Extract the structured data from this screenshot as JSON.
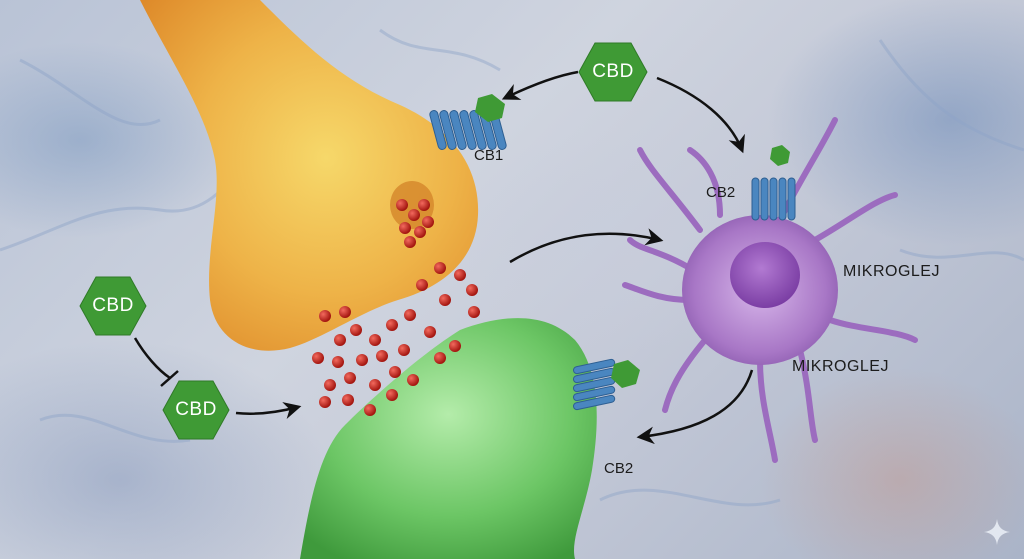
{
  "diagram": {
    "molecules": [
      {
        "id": "cbd-top",
        "label": "CBD"
      },
      {
        "id": "cbd-left-top",
        "label": "CBD"
      },
      {
        "id": "cbd-left-bottom",
        "label": "CBD"
      }
    ],
    "receptor_labels": {
      "cb1": "CB1",
      "cb2_microglia": "CB2",
      "cb2_postsynaptic": "CB2"
    },
    "cell_labels": {
      "microglia_1": "MIKROGLEJ",
      "microglia_2": "MIKROGLEJ"
    },
    "colors": {
      "cbd_hex": "#3f9a35",
      "presynaptic": "#e8a23a",
      "postsynaptic": "#6fc36a",
      "microglia": "#a77bc4",
      "vesicle": "#c0231f",
      "receptor": "#4a86c0",
      "arrow": "#111111"
    },
    "watermark_icon": "sparkle-icon"
  }
}
